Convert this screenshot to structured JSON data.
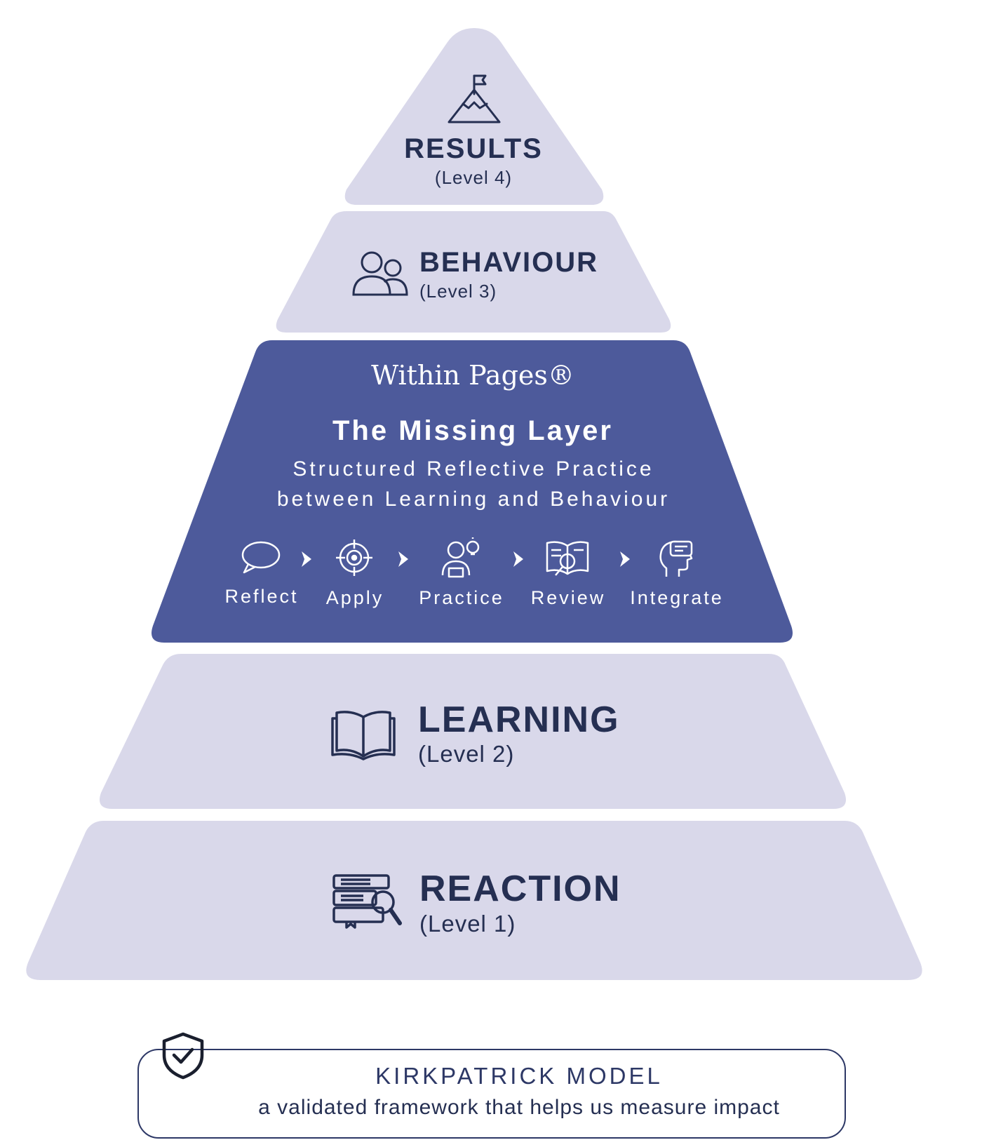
{
  "pyramid": {
    "results": {
      "title": "RESULTS",
      "level": "(Level 4)",
      "icon": "mountain-flag-icon"
    },
    "behaviour": {
      "title": "BEHAVIOUR",
      "level": "(Level 3)",
      "icon": "people-icon"
    },
    "missing_layer": {
      "brand": "Within Pages®",
      "title": "The Missing Layer",
      "subtitle_line1": "Structured Reflective Practice",
      "subtitle_line2": "between Learning and Behaviour",
      "steps": [
        {
          "label": "Reflect",
          "icon": "speech-bubble-icon"
        },
        {
          "label": "Apply",
          "icon": "target-icon"
        },
        {
          "label": "Practice",
          "icon": "person-idea-icon"
        },
        {
          "label": "Review",
          "icon": "book-magnifier-icon"
        },
        {
          "label": "Integrate",
          "icon": "head-chat-icon"
        }
      ]
    },
    "learning": {
      "title": "LEARNING",
      "level": "(Level 2)",
      "icon": "open-book-icon"
    },
    "reaction": {
      "title": "REACTION",
      "level": "(Level 1)",
      "icon": "books-search-icon"
    }
  },
  "footer": {
    "title": "KIRKPATRICK MODEL",
    "subtitle": "a validated framework that helps us measure impact",
    "icon": "shield-check-icon"
  },
  "colors": {
    "tier_fill": "#d9d8ea",
    "missing_fill": "#4d5a9b",
    "ink": "#252f52"
  }
}
